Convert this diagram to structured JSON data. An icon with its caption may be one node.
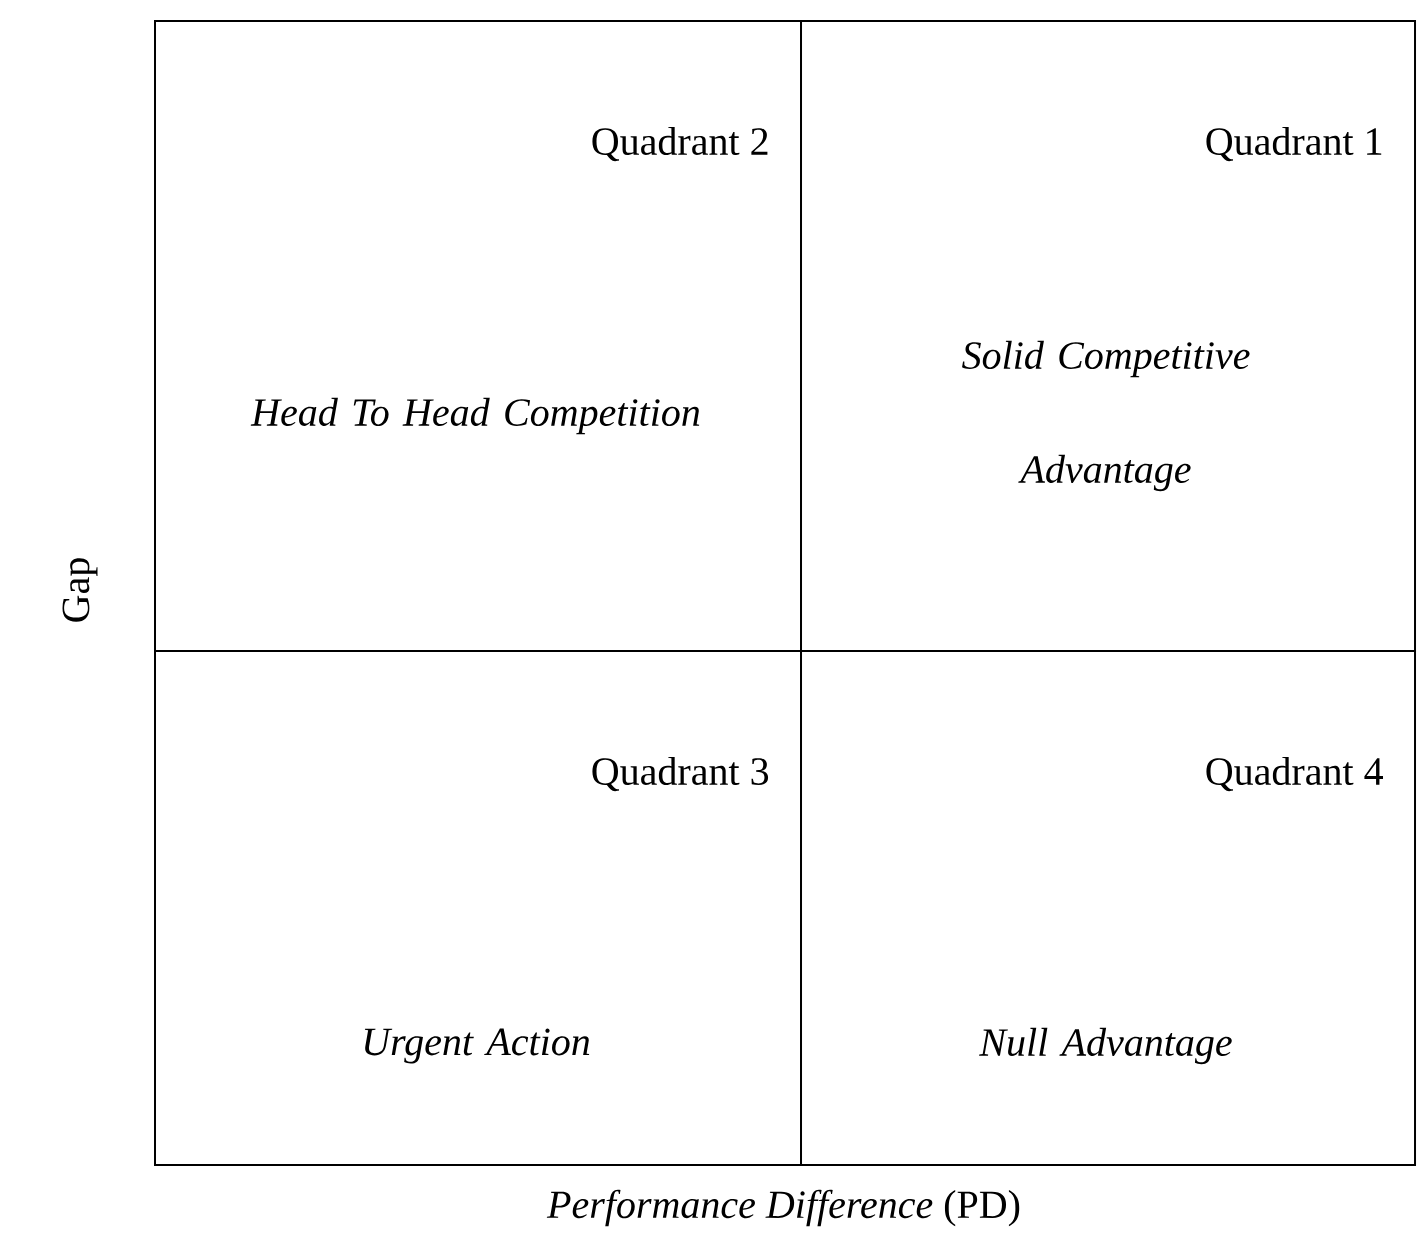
{
  "diagram": {
    "nodes": [
      {
        "text": [
          "Quadrant 2",
          "Head To Head Competition"
        ]
      },
      {
        "text": [
          "Quadrant 1",
          "Solid Competitive Advantage"
        ]
      },
      {
        "text": [
          "Quadrant 3",
          "Urgent Action"
        ]
      },
      {
        "text": [
          "Quadrant 4",
          "Null Advantage"
        ]
      }
    ],
    "labels": [
      "Gap",
      "*Performance Difference* (PD)"
    ]
  }
}
